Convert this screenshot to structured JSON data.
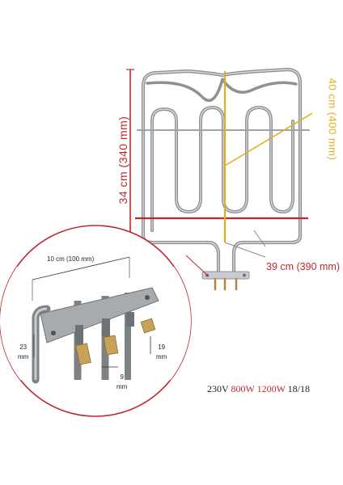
{
  "dimensions": {
    "height_label": "34 cm (340 mm)",
    "diagonal_label": "40 cm (400 mm)",
    "width_label": "39 cm (390 mm)"
  },
  "detail": {
    "terminal_length_label": "10 cm (100 mm)",
    "left_size_value": "23",
    "left_size_unit": "mm",
    "right_size_value": "19",
    "right_size_unit": "mm",
    "tab_size_value": "9",
    "tab_size_unit": "mm"
  },
  "spec": {
    "voltage": "230V",
    "power_low": "800W",
    "power_high": "1200W",
    "code": "18/18"
  },
  "colors": {
    "dimension_red": "#c0282f",
    "dimension_yellow": "#e2b01a",
    "element_steel": "#9ea3a6"
  }
}
